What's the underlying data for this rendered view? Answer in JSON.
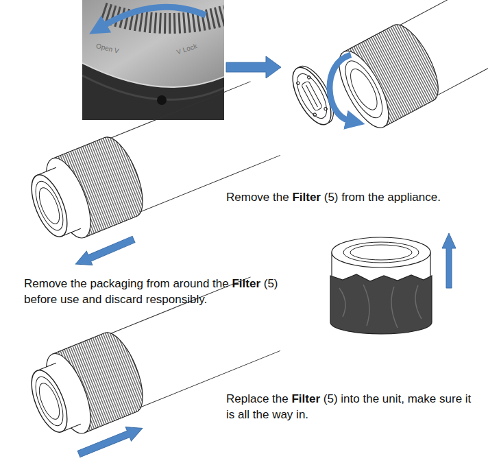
{
  "diagram": {
    "labels": [
      "Open V",
      "V Lock",
      "Remove the Filter (5) from the appliance.",
      "Remove the packaging from around the Filter (5) before use and discard responsibly.",
      "Replace the Filter (5) into the unit, make sure it is all the way in."
    ]
  }
}
